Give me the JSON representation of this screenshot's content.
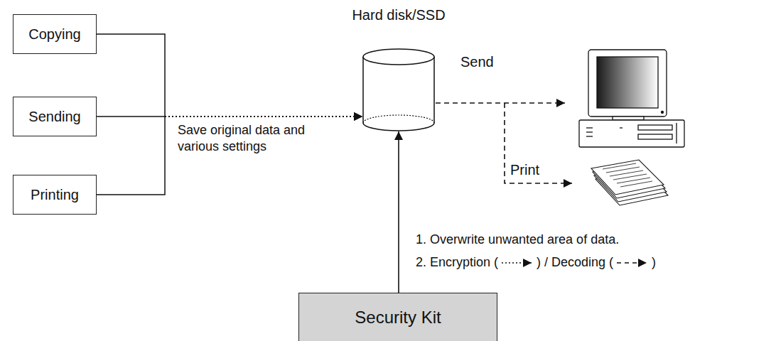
{
  "diagram": {
    "nodes": [
      {
        "text": [
          "Copying"
        ]
      },
      {
        "text": [
          "Sending"
        ]
      },
      {
        "text": [
          "Printing"
        ]
      },
      {
        "text": [
          "Hard disk/SSD"
        ]
      },
      {
        "text": [
          "Security Kit"
        ]
      }
    ],
    "edges": [
      {
        "from": 0,
        "to": 3,
        "arrow": "to"
      },
      {
        "from": 1,
        "to": 3,
        "arrow": "to"
      },
      {
        "from": 2,
        "to": 3,
        "arrow": "to"
      },
      {
        "from": 4,
        "to": 3,
        "arrow": "to"
      }
    ],
    "labels": [
      "Save original data and various settings",
      "Send",
      "Print",
      "1. Overwrite unwanted area of data.",
      "2. Encryption (",
      ") / Decoding (",
      ")"
    ]
  }
}
